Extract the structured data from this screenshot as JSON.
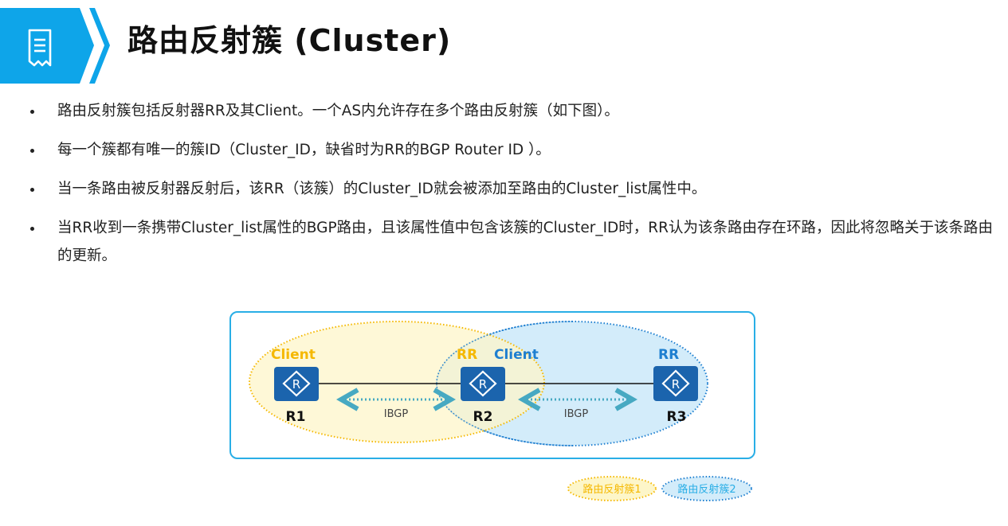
{
  "header": {
    "icon": "document-list-icon",
    "title": "路由反射簇 (Cluster)",
    "accent_color": "#0ea5e9"
  },
  "bullets": [
    "路由反射簇包括反射器RR及其Client。一个AS内允许存在多个路由反射簇（如下图）。",
    "每一个簇都有唯一的簇ID（Cluster_ID，缺省时为RR的BGP Router ID ）。",
    "当一条路由被反射器反射后，该RR（该簇）的Cluster_ID就会被添加至路由的Cluster_list属性中。",
    "当RR收到一条携带Cluster_list属性的BGP路由，且该属性值中包含该簇的Cluster_ID时，RR认为该条路由存在环路，因此将忽略关于该条路由的更新。"
  ],
  "diagram": {
    "routers": [
      {
        "id": "R1",
        "label": "R1",
        "icon": "router-icon",
        "roles": [
          {
            "text": "Client",
            "cluster": 1
          }
        ]
      },
      {
        "id": "R2",
        "label": "R2",
        "icon": "router-icon",
        "roles": [
          {
            "text": "RR",
            "cluster": 1
          },
          {
            "text": "Client",
            "cluster": 2
          }
        ]
      },
      {
        "id": "R3",
        "label": "R3",
        "icon": "router-icon",
        "roles": [
          {
            "text": "RR",
            "cluster": 2
          }
        ]
      }
    ],
    "sessions": [
      {
        "from": "R1",
        "to": "R2",
        "label": "IBGP"
      },
      {
        "from": "R2",
        "to": "R3",
        "label": "IBGP"
      }
    ],
    "legend": [
      {
        "label": "路由反射簇1",
        "color": "#f5b800",
        "fill": "#fdf6c9"
      },
      {
        "label": "路由反射簇2",
        "color": "#1e7fd0",
        "fill": "#d3ecfa"
      }
    ],
    "colors": {
      "router_fill": "#1b64ad",
      "cluster1_text": "#f5b800",
      "cluster2_text": "#1e7fd0",
      "ibgp_arrow": "#47a9c2",
      "frame": "#29aee6"
    }
  }
}
